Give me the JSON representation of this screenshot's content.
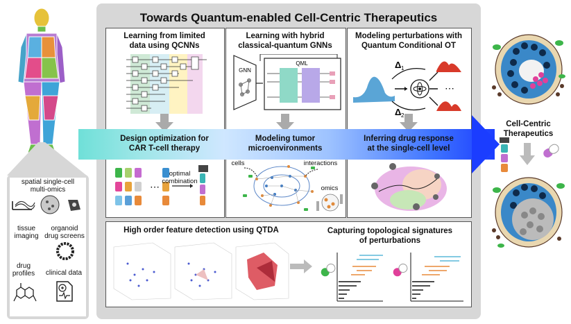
{
  "main_title": "Towards Quantum-enabled Cell-Centric Therapeutics",
  "panels": {
    "qcnn": {
      "title_line1": "Learning from limited",
      "title_line2": "data using QCNNs"
    },
    "hybrid_gnn": {
      "title_line1": "Learning with hybrid",
      "title_line2": "classical-quantum GNNs",
      "gnn_label": "GNN",
      "qml_label": "QML"
    },
    "perturbation": {
      "title_line1": "Modeling perturbations with",
      "title_line2": "Quantum Conditional OT",
      "delta1": "Δ",
      "delta1_sub": "1",
      "delta2": "Δ",
      "delta2_sub": "2",
      "ellipsis": "⋯"
    }
  },
  "band": {
    "car_t": {
      "line1": "Design optimization for",
      "line2": "CAR T-cell therapy"
    },
    "tumor": {
      "line1": "Modeling tumor",
      "line2": "microenvironments"
    },
    "drug": {
      "line1": "Inferring drug response",
      "line2": "at the single-cell level"
    }
  },
  "car_t_panel": {
    "optimal": "optimal",
    "combination": "combination",
    "ellipsis": "⋯"
  },
  "tumor_panel": {
    "cells": "cells",
    "interactions": "interactions",
    "omics": "omics"
  },
  "bottom": {
    "qtda_title": "High order feature detection using QTDA",
    "topo_title_line1": "Capturing topological signatures",
    "topo_title_line2": "of perturbations"
  },
  "left": {
    "spatial_line1": "spatial single-cell",
    "spatial_line2": "multi-omics",
    "tissue_line1": "tissue",
    "tissue_line2": "imaging",
    "organoid_line1": "organoid",
    "organoid_line2": "drug screens",
    "drug_line1": "drug",
    "drug_line2": "profiles",
    "clinical": "clinical data"
  },
  "right": {
    "line1": "Cell-Centric",
    "line2": "Therapeutics"
  },
  "colors": {
    "teal": "#6fe0d8",
    "blue": "#1b3dff",
    "panel_gray": "#d7d7d7",
    "pink": "#e0409a",
    "orange": "#e88a3a",
    "green": "#35a84a"
  }
}
